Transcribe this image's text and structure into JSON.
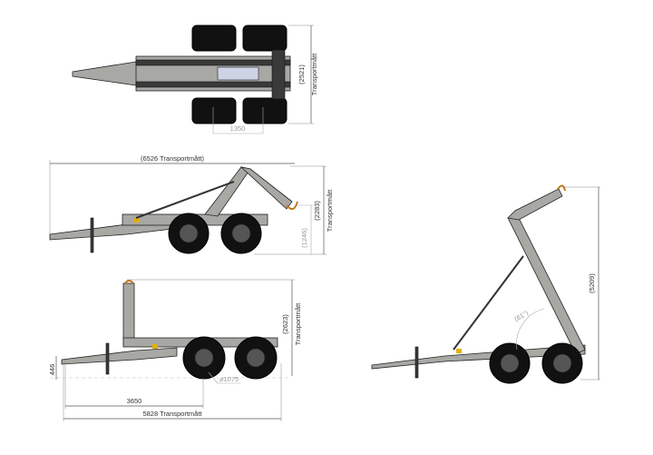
{
  "views": {
    "top": {
      "width_dim": "(2521)",
      "width_note": "Transportmått",
      "track_dim": "1350"
    },
    "side_folded": {
      "length_dim": "(6526 Transportmått)",
      "height_dim": "(2283)",
      "height_note": "Transportmått",
      "hook_height_dim": "(1246)"
    },
    "side_raised": {
      "height_dim": "(2623)",
      "height_note": "Transportmått",
      "hitch_height_dim": "446",
      "axle_dim": "3650",
      "length_dim": "5828 Transportmått",
      "wheel_dim": "⌀1075"
    },
    "tipping": {
      "height_dim": "(5209)",
      "angle_dim": "(61°)"
    }
  },
  "colors": {
    "steel": "#a8a8a4",
    "tyre": "#111111",
    "accent": "#e0b000"
  }
}
